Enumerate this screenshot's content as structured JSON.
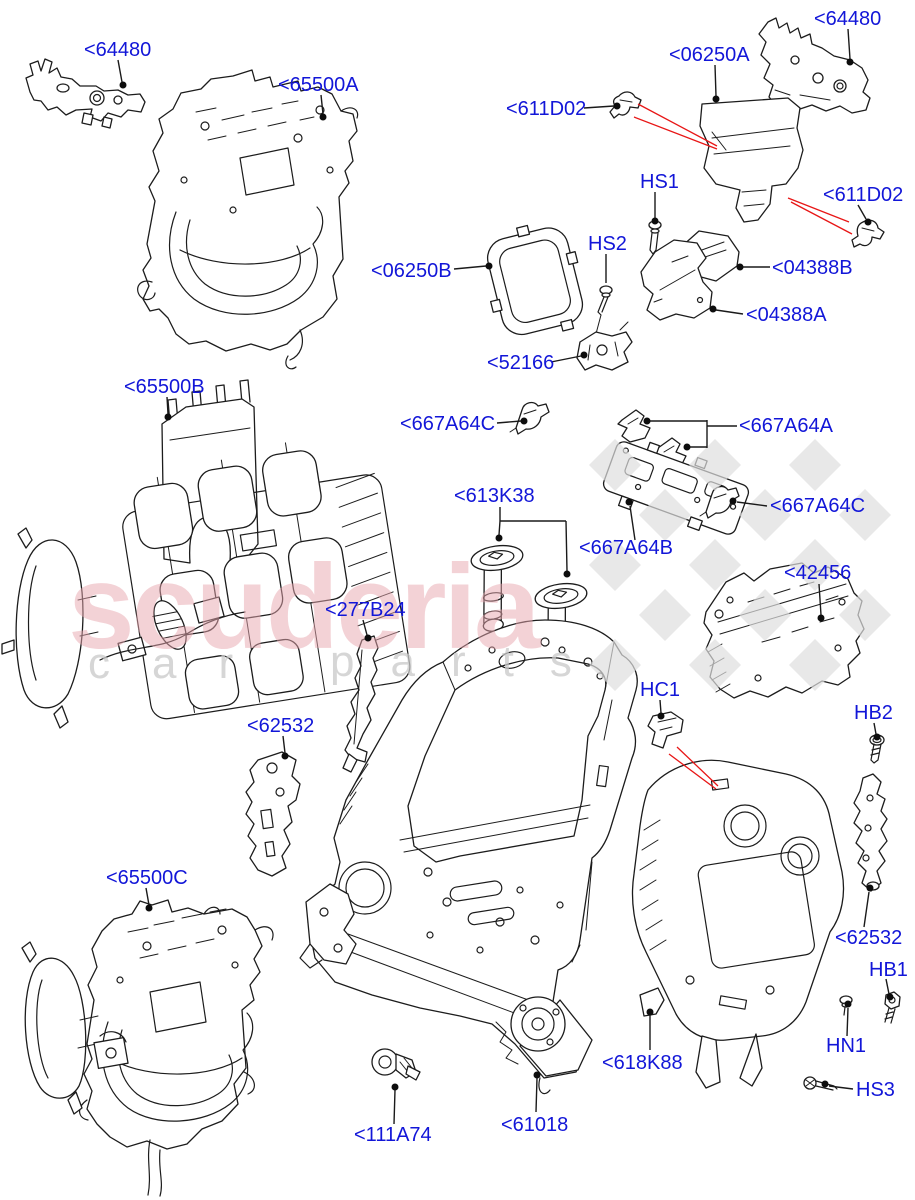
{
  "watermark": {
    "brand": "scuderia",
    "sub_left": "car",
    "sub_right": "parts"
  },
  "colors": {
    "label": "#1216d8",
    "red": "#e81616",
    "line": "#1a1a1a",
    "watermark_pink": "#e9a7af",
    "watermark_gray": "#c9c9c9",
    "checker": "#dedede",
    "background": "#ffffff"
  },
  "labels": [
    {
      "id": "64480-left",
      "text": "<64480"
    },
    {
      "id": "65500A",
      "text": "<65500A"
    },
    {
      "id": "06250A",
      "text": "<06250A"
    },
    {
      "id": "64480-right",
      "text": "<64480"
    },
    {
      "id": "611D02-left",
      "text": "<611D02"
    },
    {
      "id": "HS1",
      "text": "HS1"
    },
    {
      "id": "611D02-right",
      "text": "<611D02"
    },
    {
      "id": "06250B",
      "text": "<06250B"
    },
    {
      "id": "HS2",
      "text": "HS2"
    },
    {
      "id": "04388B",
      "text": "<04388B"
    },
    {
      "id": "04388A",
      "text": "<04388A"
    },
    {
      "id": "52166",
      "text": "<52166"
    },
    {
      "id": "65500B",
      "text": "<65500B"
    },
    {
      "id": "667A64C-a",
      "text": "<667A64C"
    },
    {
      "id": "667A64A",
      "text": "<667A64A"
    },
    {
      "id": "613K38",
      "text": "<613K38"
    },
    {
      "id": "667A64B",
      "text": "<667A64B"
    },
    {
      "id": "667A64C-b",
      "text": "<667A64C"
    },
    {
      "id": "42456",
      "text": "<42456"
    },
    {
      "id": "277B24",
      "text": "<277B24"
    },
    {
      "id": "62532-left",
      "text": "<62532"
    },
    {
      "id": "HC1",
      "text": "HC1"
    },
    {
      "id": "HB2",
      "text": "HB2"
    },
    {
      "id": "65500C",
      "text": "<65500C"
    },
    {
      "id": "62532-right",
      "text": "<62532"
    },
    {
      "id": "HB1",
      "text": "HB1"
    },
    {
      "id": "HN1",
      "text": "HN1"
    },
    {
      "id": "HS3",
      "text": "HS3"
    },
    {
      "id": "618K88",
      "text": "<618K88"
    },
    {
      "id": "111A74",
      "text": "<111A74"
    },
    {
      "id": "61018",
      "text": "<61018"
    }
  ]
}
